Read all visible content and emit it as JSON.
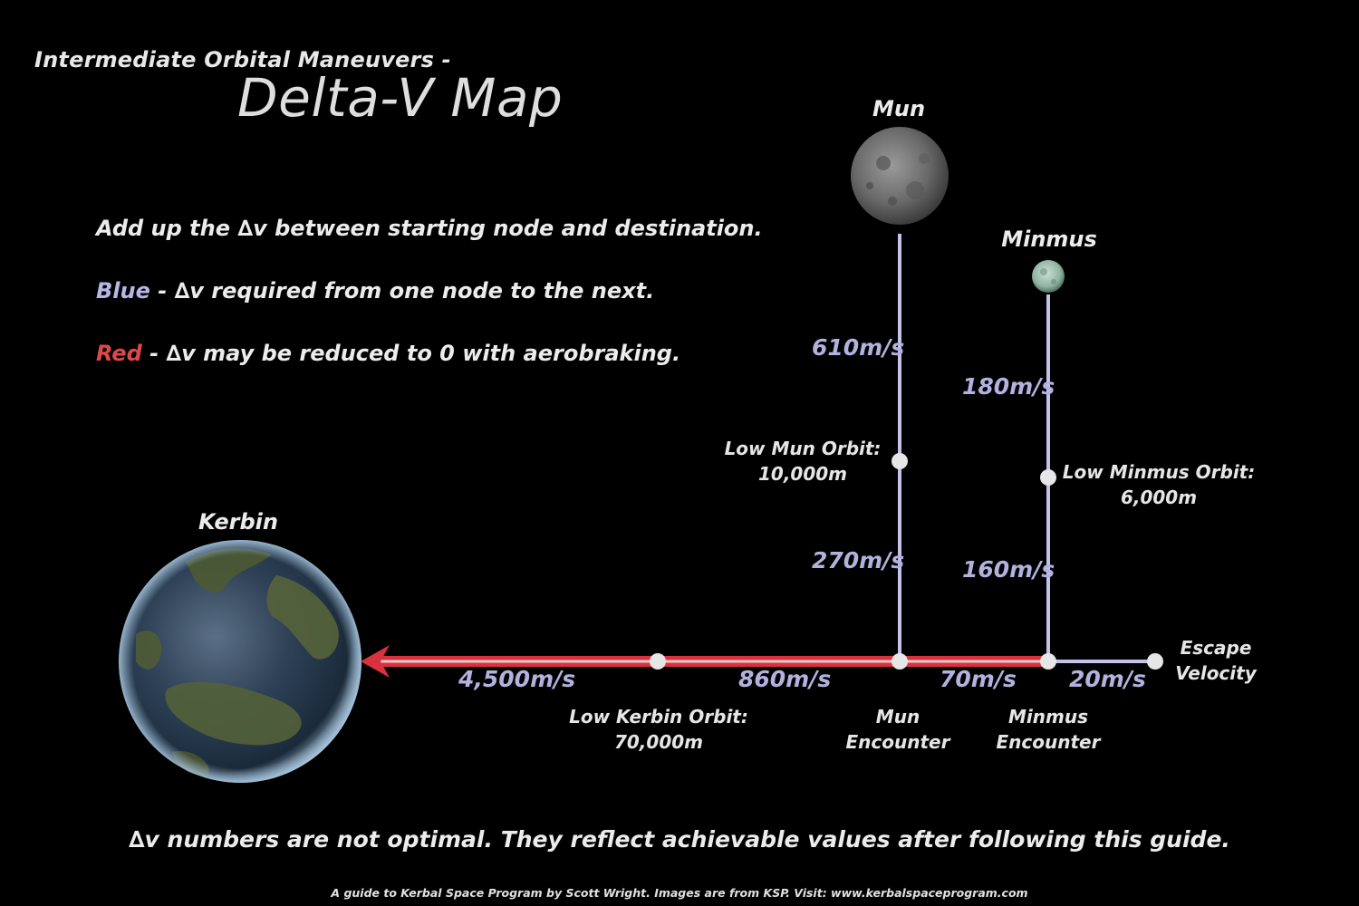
{
  "header": {
    "subtitle": "Intermediate Orbital Maneuvers -",
    "title": "Delta-V Map"
  },
  "legend": {
    "line1": "Add up the ∆v between starting node and destination.",
    "blue_word": "Blue",
    "blue_text": " - ∆v required from one node to the next.",
    "red_word": "Red",
    "red_text": " - ∆v may be reduced to 0 with aerobraking."
  },
  "bodies": {
    "kerbin": "Kerbin",
    "mun": "Mun",
    "minmus": "Minmus"
  },
  "nodes": {
    "low_kerbin_orbit": [
      "Low Kerbin Orbit:",
      "70,000m"
    ],
    "mun_encounter": [
      "Mun",
      "Encounter"
    ],
    "minmus_encounter": [
      "Minmus",
      "Encounter"
    ],
    "escape_velocity": [
      "Escape",
      "Velocity"
    ],
    "low_mun_orbit": [
      "Low Mun Orbit:",
      "10,000m"
    ],
    "low_minmus_orbit": [
      "Low Minmus Orbit:",
      "6,000m"
    ]
  },
  "delta_v": {
    "kerbin_to_lko": "4,500m/s",
    "lko_to_mun_encounter": "860m/s",
    "mun_to_minmus_encounter": "70m/s",
    "minmus_to_escape": "20m/s",
    "mun_encounter_to_low_mun": "270m/s",
    "low_mun_to_mun": "610m/s",
    "minmus_encounter_to_low_minmus": "160m/s",
    "low_minmus_to_minmus": "180m/s"
  },
  "footer": {
    "note": "∆v numbers are not optimal. They reflect achievable values after following this guide.",
    "credit": "A guide to Kerbal Space Program by Scott Wright.  Images are from KSP.  Visit:  www.kerbalspaceprogram.com"
  },
  "colors": {
    "background": "#000000",
    "blue_path": "#c4c2ea",
    "red_path": "#e0404a",
    "blue_text": "#b3b1de",
    "red_text": "#e04848",
    "node": "#e6e6e6"
  }
}
